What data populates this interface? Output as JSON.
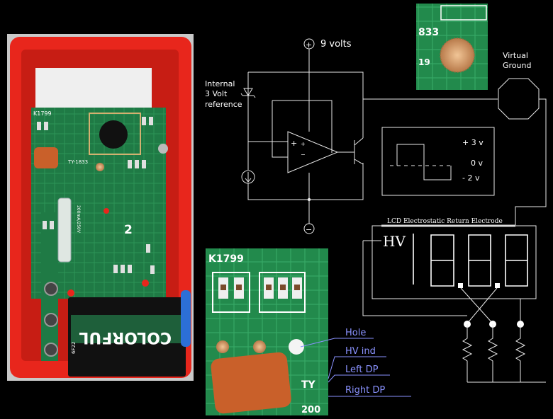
{
  "meter_photo": {
    "board_label": "K1799",
    "chip_label": "TY-1833",
    "board_number": "2",
    "fuse_label": "200mA/250V",
    "battery_brand": "COLORFUL",
    "battery_code": "6F22"
  },
  "closeup_top": {
    "part_text": "833",
    "part_text2": "19"
  },
  "closeup_bottom": {
    "board_label": "K1799",
    "silkscreen": "TY",
    "silkscreen2": "200"
  },
  "schematic": {
    "supply_label": "9 volts",
    "reference_label": [
      "Internal",
      "3 Volt",
      "reference"
    ],
    "ground_label": [
      "Virtual",
      "Ground"
    ],
    "plus_symbol": "+",
    "minus_symbol": "−",
    "opamp_plus": "+",
    "opamp_minus": "−",
    "waveform_levels": [
      "+ 3 v",
      "0 v",
      "- 2 v"
    ],
    "lcd_title": "LCD Electrostatic Return Electrode",
    "hv_label": "HV"
  },
  "callouts": [
    "Hole",
    "HV ind",
    "Left DP",
    "Right DP"
  ],
  "colors": {
    "case_red": "#e8261c",
    "pcb_green": "#1f7a45",
    "callout_blue": "#7f86ff",
    "capacitor_orange": "#c9602a"
  }
}
